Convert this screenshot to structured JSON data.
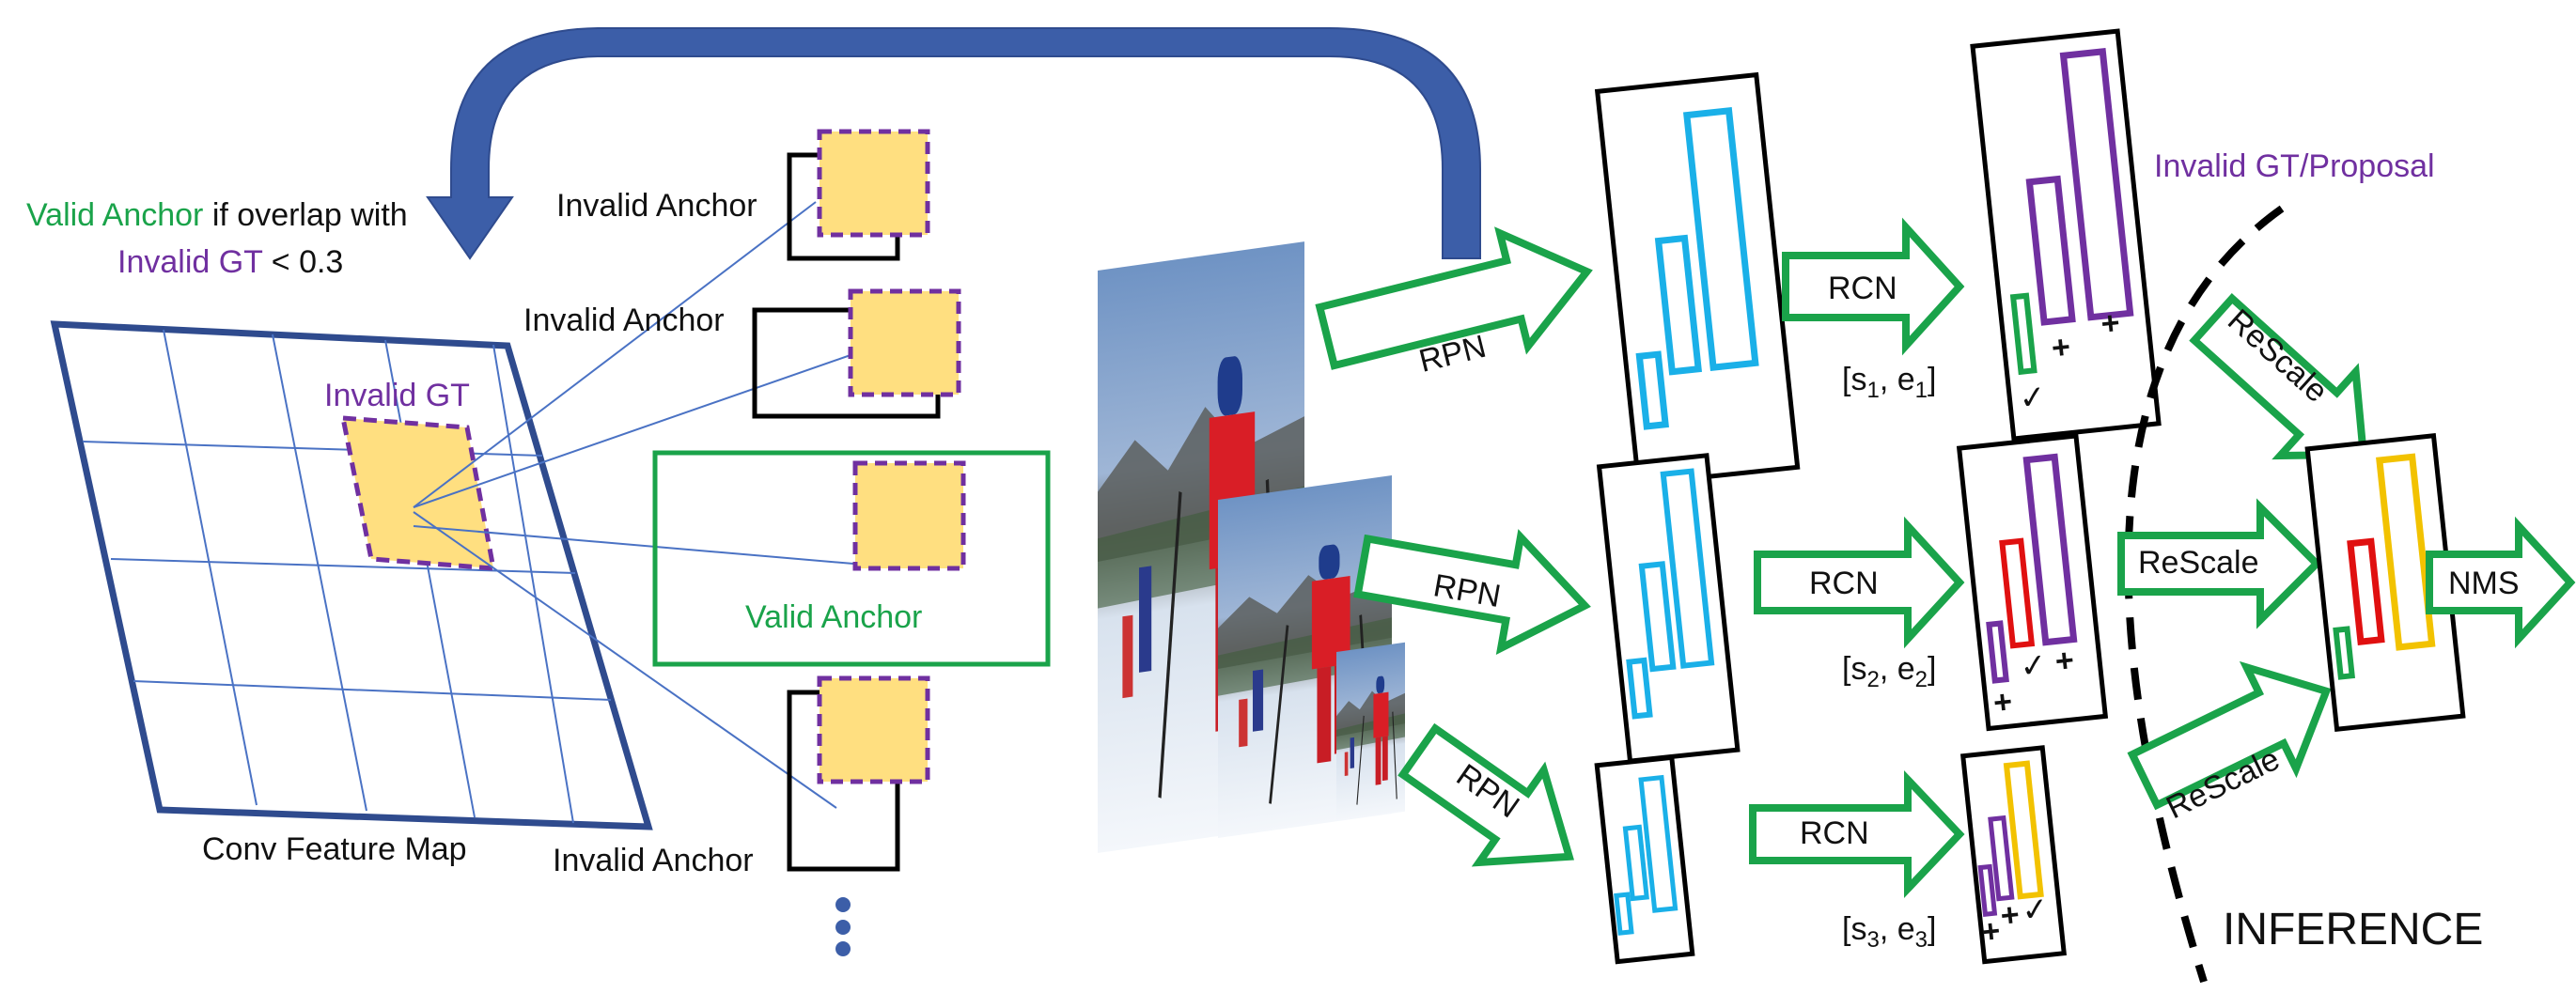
{
  "colors": {
    "grid_blue": "#2f4b8e",
    "feature_line": "#4a72c4",
    "gt_fill": "#ffdf80",
    "purple": "#7030a0",
    "green": "#1aa34a",
    "cyan": "#1ab0e8",
    "red": "#e01010",
    "yellow": "#f2c200",
    "arrow_blue": "#3c5ea8",
    "black": "#000000"
  },
  "left": {
    "rule_valid": "Valid Anchor",
    "rule_mid": " if overlap with",
    "rule_invalid_gt": "Invalid GT",
    "rule_threshold": " < 0.3",
    "invalid_gt_label": "Invalid GT",
    "feature_map_label": "Conv Feature Map"
  },
  "anchors": {
    "invalid_label": "Invalid Anchor",
    "valid_label": "Valid Anchor"
  },
  "pipeline": {
    "rpn": "RPN",
    "rcn": "RCN",
    "rescale": "ReScale",
    "nms": "NMS",
    "inference": "INFERENCE",
    "invalid_gt_proposal": "Invalid GT/Proposal",
    "ranges": [
      {
        "s": "s",
        "e": "e",
        "sub": "1"
      },
      {
        "s": "s",
        "e": "e",
        "sub": "2"
      },
      {
        "s": "s",
        "e": "e",
        "sub": "3"
      }
    ],
    "check_mark": "✓",
    "cross_mark": "+"
  }
}
